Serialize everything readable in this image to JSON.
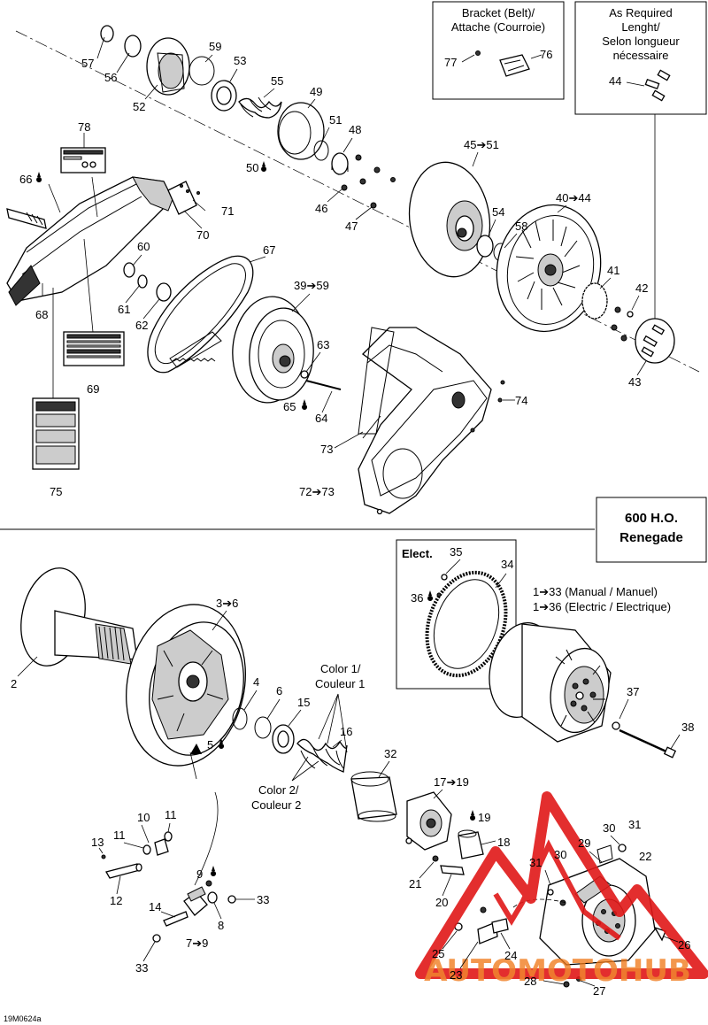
{
  "diagram_code": "19M0624a",
  "watermark": "AUTOMOTOHUB",
  "boxes": {
    "bracket_title_1": "Bracket (Belt)/",
    "bracket_title_2": "Attache (Courroie)",
    "as_required_1": "As Required",
    "as_required_2": "Lenght/",
    "as_required_3": "Selon longueur",
    "as_required_4": "nécessaire",
    "model_1": "600 H.O.",
    "model_2": "Renegade",
    "elect": "Elect."
  },
  "notes": {
    "color1_a": "Color 1/",
    "color1_b": "Couleur 1",
    "color2_a": "Color 2/",
    "color2_b": "Couleur 2",
    "range_manual": "1➔33 (Manual / Manuel)",
    "range_electric": "1➔36 (Electric / Electrique)"
  },
  "labels": {
    "p57": "57",
    "p56": "56",
    "p52": "52",
    "p59": "59",
    "p53": "53",
    "p55": "55",
    "p49": "49",
    "p51": "51",
    "p50": "50",
    "p48": "48",
    "p46": "46",
    "p47": "47",
    "p45_51": "45➔51",
    "p40_44": "40➔44",
    "p54": "54",
    "p58": "58",
    "p41": "41",
    "p42": "42",
    "p43": "43",
    "p44": "44",
    "p77": "77",
    "p76": "76",
    "p78": "78",
    "p66": "66",
    "p71": "71",
    "p70": "70",
    "p67": "67",
    "p60": "60",
    "p61": "61",
    "p62": "62",
    "p68": "68",
    "p69": "69",
    "p39_59": "39➔59",
    "p63": "63",
    "p65": "65",
    "p64": "64",
    "p74": "74",
    "p73": "73",
    "p72_73": "72➔73",
    "p75": "75",
    "p35": "35",
    "p34": "34",
    "p36": "36",
    "p3_6": "3➔6",
    "p2": "2",
    "p4": "4",
    "p6": "6",
    "p15": "15",
    "p16": "16",
    "p5": "5",
    "p32": "32",
    "p17_19": "17➔19",
    "p19": "19",
    "p18": "18",
    "p37": "37",
    "p38": "38",
    "p10": "10",
    "p11a": "11",
    "p11b": "11",
    "p13": "13",
    "p12": "12",
    "p9": "9",
    "p33a": "33",
    "p14": "14",
    "p8": "8",
    "p7_9": "7➔9",
    "p33b": "33",
    "p21": "21",
    "p20": "20",
    "p29": "29",
    "p30a": "30",
    "p31a": "31",
    "p22": "22",
    "p31b": "31",
    "p30b": "30",
    "p25": "25",
    "p23": "23",
    "p24": "24",
    "p26": "26",
    "p28": "28",
    "p27": "27"
  },
  "colors": {
    "watermark_red": "#e01818",
    "watermark_orange": "#f07818",
    "line": "#000000"
  }
}
